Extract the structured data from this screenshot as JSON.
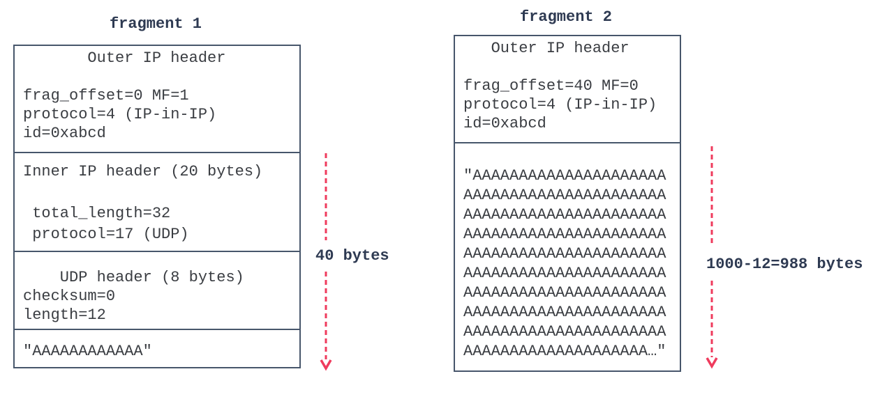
{
  "colors": {
    "title_navy": "#2e3a52",
    "box_text": "#3a3d42",
    "box_border": "#47566b",
    "arrow_pink": "#ef3b5d"
  },
  "fragments": [
    {
      "title": "fragment 1",
      "size_label": "40 bytes",
      "sections": [
        {
          "name": "outer-ip-header",
          "lines": [
            "       Outer IP header",
            "",
            "frag_offset=0 MF=1",
            "protocol=4 (IP-in-IP)",
            "id=0xabcd"
          ]
        },
        {
          "name": "inner-ip-header",
          "lines": [
            "Inner IP header (20 bytes)",
            "",
            " total_length=32",
            " protocol=17 (UDP)"
          ]
        },
        {
          "name": "udp-header",
          "lines": [
            "    UDP header (8 bytes)",
            "checksum=0",
            "length=12"
          ]
        },
        {
          "name": "payload",
          "lines": [
            "\"AAAAAAAAAAAA\""
          ]
        }
      ]
    },
    {
      "title": "fragment 2",
      "size_label": "1000-12=988 bytes",
      "sections": [
        {
          "name": "outer-ip-header",
          "lines": [
            "   Outer IP header",
            "",
            "frag_offset=40 MF=0",
            "protocol=4 (IP-in-IP)",
            "id=0xabcd"
          ]
        },
        {
          "name": "payload",
          "lines": [
            "\"AAAAAAAAAAAAAAAAAAAAA",
            "AAAAAAAAAAAAAAAAAAAAAA",
            "AAAAAAAAAAAAAAAAAAAAAA",
            "AAAAAAAAAAAAAAAAAAAAAA",
            "AAAAAAAAAAAAAAAAAAAAAA",
            "AAAAAAAAAAAAAAAAAAAAAA",
            "AAAAAAAAAAAAAAAAAAAAAA",
            "AAAAAAAAAAAAAAAAAAAAAA",
            "AAAAAAAAAAAAAAAAAAAAAA",
            "AAAAAAAAAAAAAAAAAAAA…\""
          ]
        }
      ]
    }
  ]
}
